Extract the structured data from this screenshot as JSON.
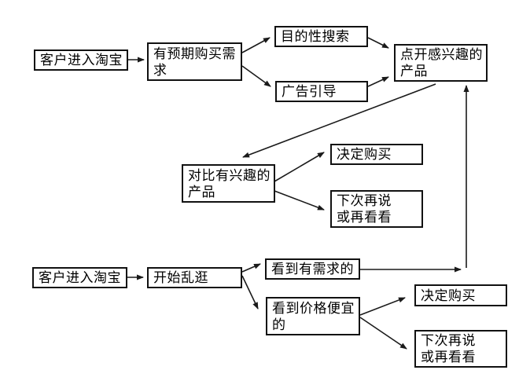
{
  "diagram": {
    "description": "Taobao customer shopping behavior flowchart",
    "colors": {
      "background": "#ffffff",
      "box_border": "#111111",
      "line": "#1a1a1a",
      "text": "#000000"
    },
    "nodes": {
      "enter_taobao_1": {
        "label": "客户进入淘宝"
      },
      "expected_demand": {
        "label": "有预期购买需\n求"
      },
      "purposeful_search": {
        "label": "目的性搜索"
      },
      "ad_guidance": {
        "label": "广告引导"
      },
      "click_interesting": {
        "label": "点开感兴趣的\n产品"
      },
      "compare_products": {
        "label": "对比有兴趣的\n产品"
      },
      "decide_buy_1": {
        "label": "决定购买"
      },
      "next_time_1": {
        "label": "下次再说\n或再看看"
      },
      "enter_taobao_2": {
        "label": "客户进入淘宝"
      },
      "start_browsing": {
        "label": "开始乱逛"
      },
      "see_needed": {
        "label": "看到有需求的"
      },
      "see_cheap": {
        "label": "看到价格便宜\n的"
      },
      "decide_buy_2": {
        "label": "决定购买"
      },
      "next_time_2": {
        "label": "下次再说\n或再看看"
      }
    },
    "edges": [
      {
        "from": "enter_taobao_1",
        "to": "expected_demand"
      },
      {
        "from": "expected_demand",
        "to": "purposeful_search"
      },
      {
        "from": "expected_demand",
        "to": "ad_guidance"
      },
      {
        "from": "purposeful_search",
        "to": "click_interesting"
      },
      {
        "from": "ad_guidance",
        "to": "click_interesting"
      },
      {
        "from": "click_interesting",
        "to": "compare_products"
      },
      {
        "from": "compare_products",
        "to": "decide_buy_1"
      },
      {
        "from": "compare_products",
        "to": "next_time_1"
      },
      {
        "from": "enter_taobao_2",
        "to": "start_browsing"
      },
      {
        "from": "start_browsing",
        "to": "see_needed"
      },
      {
        "from": "start_browsing",
        "to": "see_cheap"
      },
      {
        "from": "see_needed",
        "to": "click_interesting"
      },
      {
        "from": "see_cheap",
        "to": "decide_buy_2"
      },
      {
        "from": "see_cheap",
        "to": "next_time_2"
      }
    ]
  }
}
